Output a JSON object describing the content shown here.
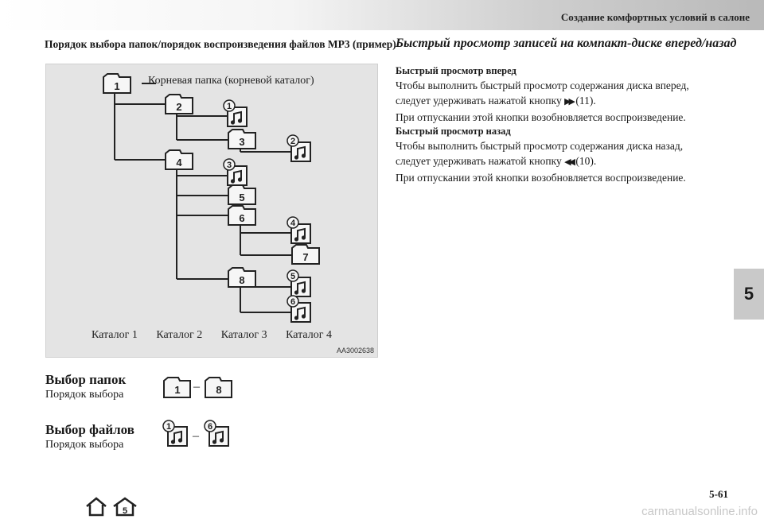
{
  "header": {
    "section_title": "Создание комфортных условий в салоне"
  },
  "left": {
    "heading": "Порядок выбора папок/порядок воспроизведения файлов MP3 (пример)",
    "diagram": {
      "root_label": "Корневая папка (корневой каталог)",
      "folders": [
        "1",
        "2",
        "3",
        "4",
        "5",
        "6",
        "7",
        "8"
      ],
      "files": [
        "1",
        "2",
        "3",
        "4",
        "5",
        "6"
      ],
      "catalogs": [
        "Каталог 1",
        "Каталог 2",
        "Каталог 3",
        "Каталог 4"
      ],
      "code": "AA3002638"
    },
    "folder_select": {
      "title": "Выбор папок",
      "subtitle": "Порядок выбора",
      "from": "1",
      "to": "8",
      "dash": "–"
    },
    "file_select": {
      "title": "Выбор файлов",
      "subtitle": "Порядок выбора",
      "from": "1",
      "to": "6",
      "dash": "–"
    }
  },
  "right": {
    "heading": "Быстрый просмотр записей на компакт-диске вперед/назад",
    "forward": {
      "title": "Быстрый просмотр вперед",
      "line1": "Чтобы выполнить быстрый просмотр содержания диска вперед,",
      "line2_a": "следует удерживать нажатой кнопку",
      "button_glyph": "▶▶",
      "line2_b": "(11).",
      "line3": "При отпускании этой кнопки возобновляется воспроизведение."
    },
    "backward": {
      "title": "Быстрый просмотр назад",
      "line1": "Чтобы выполнить быстрый просмотр содержания диска назад,",
      "line2_a": "следует удерживать нажатой кнопку",
      "button_glyph": "◀◀",
      "line2_b": "(10).",
      "line3": "При отпускании этой кнопки возобновляется воспроизведение."
    }
  },
  "side_tab": "5",
  "page_number": "5-61",
  "footer_badge": "5",
  "watermark": "carmanualsonline.info"
}
